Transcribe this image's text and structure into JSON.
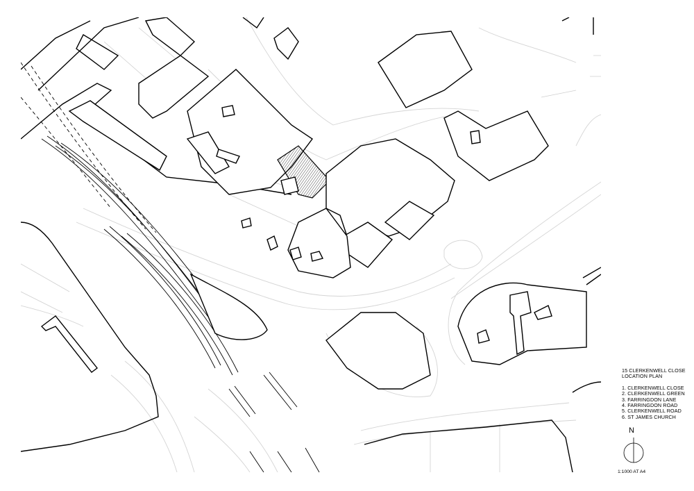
{
  "legend": {
    "project": "15 CLERKENWELL CLOSE",
    "plan_type": "LOCATION PLAN",
    "items": [
      "1. CLERKENWELL CLOSE",
      "2. CLERKENWELL GREEN",
      "3. FARRINGDON LANE",
      "4. FARRINGDON ROAD",
      "5. CLERKENWELL ROAD",
      "6. ST JAMES CHURCH"
    ]
  },
  "north_arrow": {
    "label": "N"
  },
  "scale": {
    "text": "1:1000 AT A4"
  },
  "colors": {
    "outline": "#000000",
    "context_lines": "#cfcfcf",
    "site_hatch": "#000000"
  }
}
